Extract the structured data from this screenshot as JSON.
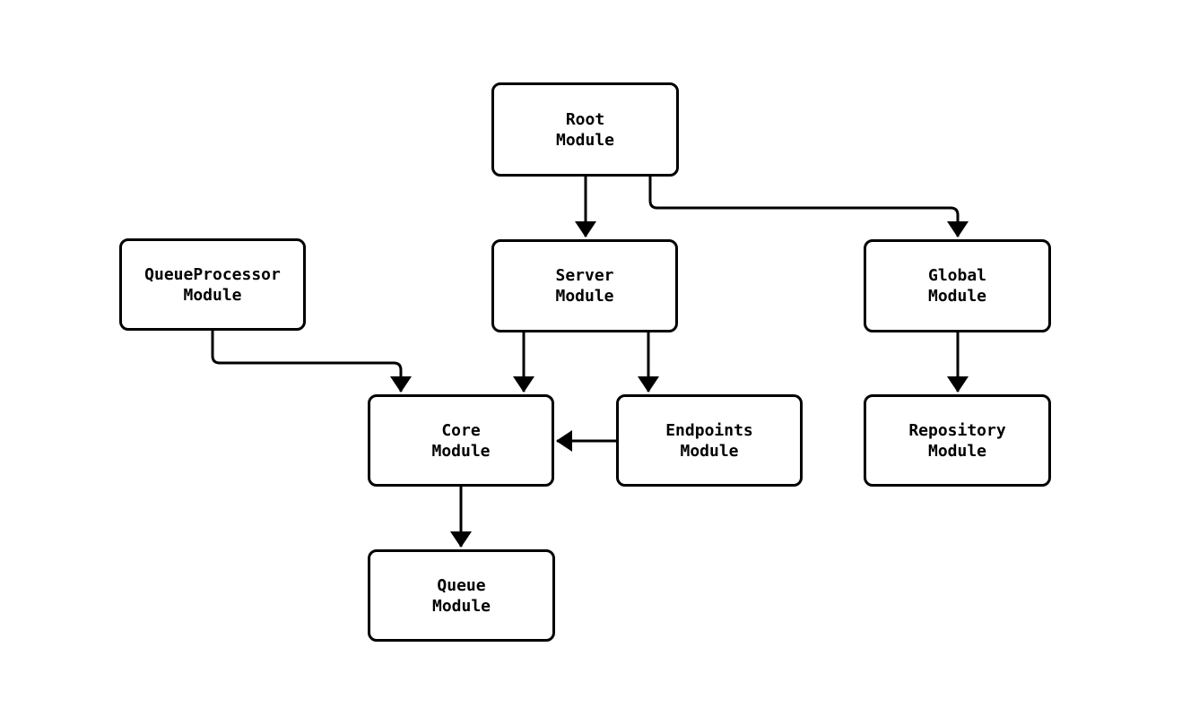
{
  "diagram": {
    "type": "flowchart",
    "background_color": "#ffffff",
    "node_fill_color": "#ffffff",
    "node_border_color": "#000000",
    "text_color": "#000000",
    "edge_color": "#000000",
    "nodes": [
      {
        "id": "root",
        "line1": "Root",
        "line2": "Module"
      },
      {
        "id": "server",
        "line1": "Server",
        "line2": "Module"
      },
      {
        "id": "global",
        "line1": "Global",
        "line2": "Module"
      },
      {
        "id": "queueprocessor",
        "line1": "QueueProcessor",
        "line2": "Module"
      },
      {
        "id": "core",
        "line1": "Core",
        "line2": "Module"
      },
      {
        "id": "endpoints",
        "line1": "Endpoints",
        "line2": "Module"
      },
      {
        "id": "repository",
        "line1": "Repository",
        "line2": "Module"
      },
      {
        "id": "queue",
        "line1": "Queue",
        "line2": "Module"
      }
    ],
    "edges": [
      {
        "from": "Root Module",
        "to": "Server Module"
      },
      {
        "from": "Root Module",
        "to": "Global Module"
      },
      {
        "from": "QueueProcessor Module",
        "to": "Core Module"
      },
      {
        "from": "Server Module",
        "to": "Core Module"
      },
      {
        "from": "Server Module",
        "to": "Endpoints Module"
      },
      {
        "from": "Endpoints Module",
        "to": "Core Module"
      },
      {
        "from": "Global Module",
        "to": "Repository Module"
      },
      {
        "from": "Core Module",
        "to": "Queue Module"
      }
    ]
  }
}
